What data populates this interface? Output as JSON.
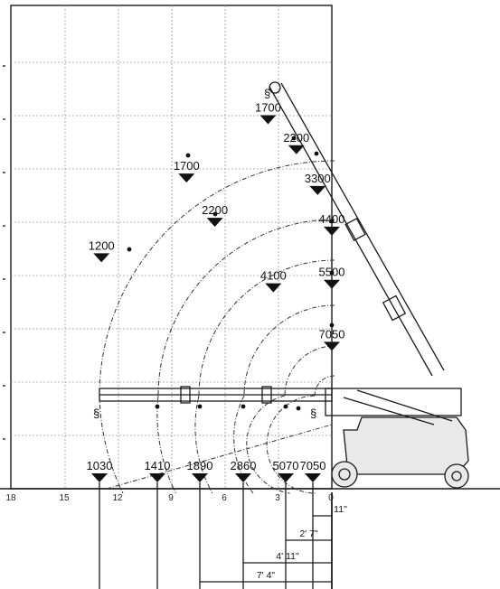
{
  "chart_data": {
    "type": "load-radius diagram",
    "x_ticks": [
      "18",
      "15",
      "12",
      "9",
      "6",
      "3",
      "0"
    ],
    "boom_up_loads": [
      {
        "label": "1200",
        "x": 13,
        "y": 13.3
      },
      {
        "label": "1700",
        "x": 8.2,
        "y": 17.8
      },
      {
        "label": "1700",
        "x": 3.6,
        "y": 21.1
      },
      {
        "label": "2200",
        "x": 6.6,
        "y": 15.3
      },
      {
        "label": "2200",
        "x": 2,
        "y": 19.4
      },
      {
        "label": "3300",
        "x": 0.8,
        "y": 17.1
      },
      {
        "label": "4100",
        "x": 3.3,
        "y": 11.6
      },
      {
        "label": "4400",
        "x": 0,
        "y": 14.8
      },
      {
        "label": "5500",
        "x": 0,
        "y": 11.8
      },
      {
        "label": "7050",
        "x": 0,
        "y": 8.3
      }
    ],
    "ground_loads": [
      "1030",
      "1410",
      "1890",
      "2860",
      "5070",
      "7050"
    ],
    "dimension_labels": [
      "11\"",
      "2'  7\"",
      "4'  11\"",
      "7'  4\""
    ]
  }
}
